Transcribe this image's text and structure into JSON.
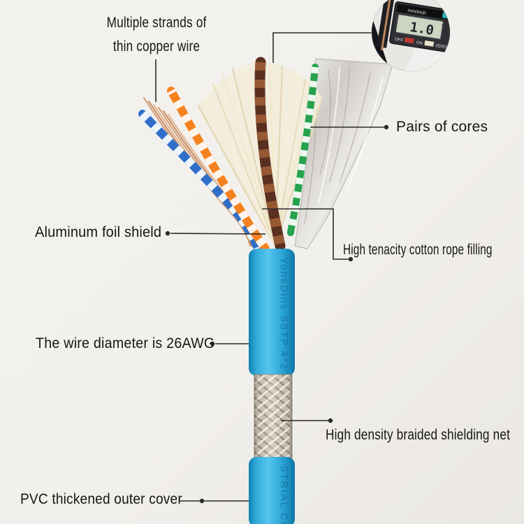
{
  "annotations": {
    "copper": {
      "line1": "Multiple strands of",
      "line2": "thin copper wire"
    },
    "pairs_of_cores": {
      "label": "Pairs of cores"
    },
    "aluminum_foil": {
      "label": "Aluminum foil shield"
    },
    "cotton_rope": {
      "label": "High tenacity cotton rope filling"
    },
    "wire_diameter": {
      "label": "The wire diameter is 26AWG"
    },
    "braided_net": {
      "label": "High density braided shielding net"
    },
    "pvc_cover": {
      "label": "PVC thickened outer cover"
    }
  },
  "cable": {
    "print_top": "YonsDins SSTP 4*2",
    "print_bottom": "STRIAL CAB"
  },
  "caliper": {
    "display_value": "1.0",
    "display_unit": "mm",
    "brand_label": "mm/inch",
    "buttons": {
      "off": "OFF",
      "on": "ON",
      "zero": "ZERO"
    }
  },
  "colors": {
    "jacket_blue": "#2aa9db",
    "wire_orange": "#f5821f",
    "wire_blue": "#2f6fc9",
    "wire_green": "#26a34c",
    "wire_brown": "#5a2f1f",
    "wire_brown_light": "#9a5c36",
    "copper": "#d29a72",
    "foil_silver": "#d6d4d1",
    "cotton_cream": "#f3ecd9",
    "braid_beige": "#c5bcab",
    "leader_line": "#2a2a2a",
    "label_text": "#161616"
  }
}
